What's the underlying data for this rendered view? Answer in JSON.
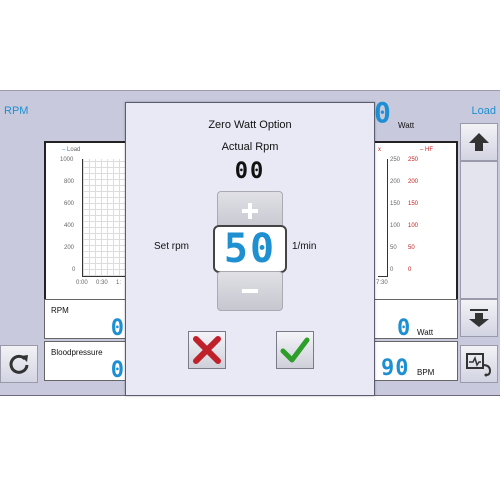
{
  "header": {
    "rpm_label": "RPM",
    "load_label": "Load",
    "watt_unit": "Watt"
  },
  "chart": {
    "load_legend": "Load",
    "y_ticks_left": [
      "1000",
      "800",
      "600",
      "400",
      "200",
      "0"
    ],
    "x_ticks": [
      "0:00",
      "0:30",
      "1:"
    ],
    "x_tick_right": "7:30",
    "hr_legend": "HF",
    "y_ticks_right_a": [
      "250",
      "200",
      "150",
      "100",
      "50",
      "0"
    ],
    "y_ticks_right_b": [
      "250",
      "200",
      "150",
      "100",
      "50",
      "0"
    ]
  },
  "panels": {
    "rpm": {
      "label": "RPM",
      "value": "0"
    },
    "bloodpressure": {
      "label": "Bloodpressure",
      "value": "0"
    },
    "watt": {
      "value": "0",
      "unit": "Watt"
    },
    "bpm": {
      "value": "90",
      "unit": "BPM"
    }
  },
  "dialog": {
    "title": "Zero Watt Option",
    "actual_label": "Actual Rpm",
    "actual_value": "00",
    "set_label": "Set rpm",
    "set_value": "50",
    "unit": "1/min"
  },
  "icons": {
    "up": "arrow-up-icon",
    "down": "arrow-down-icon",
    "refresh": "refresh-icon",
    "heart_monitor": "heart-monitor-icon",
    "plus": "plus-icon",
    "minus": "minus-icon",
    "cancel": "cancel-icon",
    "confirm": "check-icon"
  },
  "colors": {
    "accent": "#1e8fd0",
    "cancel": "#c0202a",
    "confirm": "#2e9e2a"
  }
}
